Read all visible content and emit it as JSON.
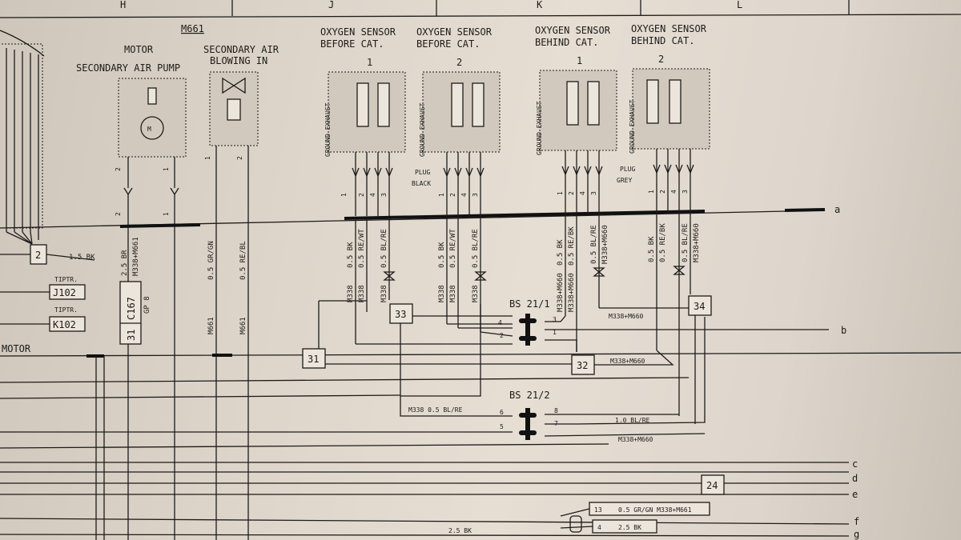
{
  "top_strip": {
    "letters": [
      "H",
      "J",
      "K",
      "L"
    ]
  },
  "component_id": "M661",
  "labels": {
    "motor": "MOTOR",
    "secondary_air_pump": "SECONDARY AIR PUMP",
    "secondary_air": "SECONDARY AIR",
    "blowing_in": "BLOWING IN",
    "o2_sensor": "OXYGEN SENSOR",
    "before_cat": "BEFORE CAT.",
    "behind_cat": "BEHIND CAT.",
    "ground_exhaust": "GROUND EXHAUST",
    "plug": "PLUG",
    "black": "BLACK",
    "grey": "GREY",
    "motor_left": "MOTOR",
    "tiptr": "TIPTR."
  },
  "sensors": [
    {
      "num": "1",
      "pins": [
        "1",
        "2",
        "4",
        "3"
      ]
    },
    {
      "num": "2",
      "pins": [
        "1",
        "2",
        "4",
        "3"
      ]
    },
    {
      "num": "1",
      "pins": [
        "1",
        "2",
        "4",
        "3"
      ]
    },
    {
      "num": "2",
      "pins": [
        "1",
        "2",
        "4",
        "3"
      ]
    }
  ],
  "relays": [
    "J102",
    "K102"
  ],
  "connectors": {
    "bs211": "BS 21/1",
    "bs212": "BS 21/2",
    "bs211_pins": [
      "4",
      "3",
      "2",
      "1"
    ],
    "bs212_pins": [
      "6",
      "8",
      "5",
      "7"
    ]
  },
  "nodes": [
    "2",
    "31",
    "32",
    "33",
    "34",
    "24"
  ],
  "c167": {
    "main": "C167",
    "pin": "31",
    "sub": "GP 8"
  },
  "wire_labels": {
    "w15bk": "1.5 BK",
    "w25br": "2.5 BR",
    "m338m661": "M338+M661",
    "w05grgn": "0.5 GR/GN",
    "w05rebl": "0.5 RE/BL",
    "m661": "M661",
    "m338": "M338",
    "w05bk": "0.5 BK",
    "w05rewt": "0.5 RE/WT",
    "w05blre": "0.5 BL/RE",
    "m338m660": "M338+M660",
    "w05rebk": "0.5 RE/BK",
    "w10blre": "1.0 BL/RE",
    "w25bk": "2.5 BK",
    "m338w05blre": "M338   0.5 BL/RE",
    "b13": "13",
    "b4": "4",
    "b13wire": "0.5 GR/GN  M338+M661",
    "b4wire": "2.5 BK"
  },
  "bus_letters": [
    "a",
    "b",
    "c",
    "d",
    "e",
    "f",
    "g"
  ],
  "pump_pins": [
    "2",
    "1",
    "2",
    "1"
  ],
  "blow_pins": [
    "1",
    "2"
  ]
}
